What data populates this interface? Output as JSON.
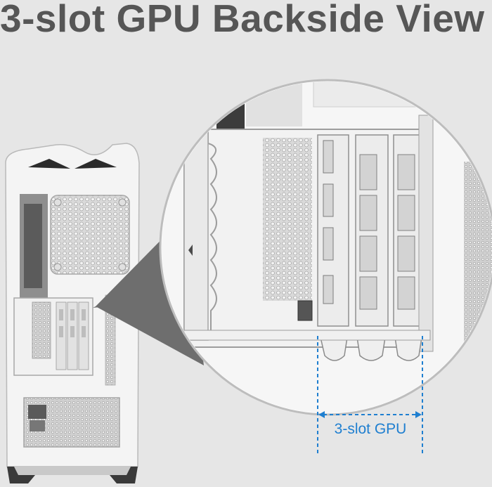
{
  "header": {
    "title": "3-slot GPU Backside View"
  },
  "dimension": {
    "label": "3-slot GPU"
  },
  "colors": {
    "accent": "#1f7fd0",
    "title": "#565656",
    "background": "#e6e6e6"
  },
  "illustration": {
    "case_description_icon": "pc-case-rear-icon",
    "magnifier_icon": "magnifier-circle-icon",
    "gpu_bracket_count": 3
  }
}
